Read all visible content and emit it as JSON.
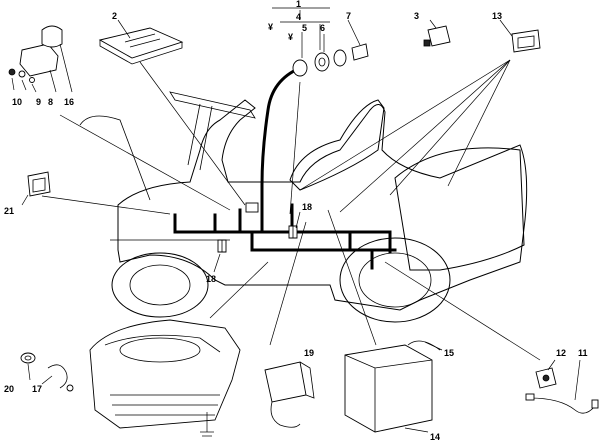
{
  "callouts": [
    {
      "id": "c1",
      "label": "1"
    },
    {
      "id": "c2",
      "label": "2"
    },
    {
      "id": "c3",
      "label": "3"
    },
    {
      "id": "c4",
      "label": "4"
    },
    {
      "id": "c5",
      "label": "5"
    },
    {
      "id": "c6",
      "label": "6"
    },
    {
      "id": "c7",
      "label": "7"
    },
    {
      "id": "c8",
      "label": "8"
    },
    {
      "id": "c9",
      "label": "9"
    },
    {
      "id": "c10",
      "label": "10"
    },
    {
      "id": "c11",
      "label": "11"
    },
    {
      "id": "c12",
      "label": "12"
    },
    {
      "id": "c13",
      "label": "13"
    },
    {
      "id": "c14",
      "label": "14"
    },
    {
      "id": "c15",
      "label": "15"
    },
    {
      "id": "c16",
      "label": "16"
    },
    {
      "id": "c17",
      "label": "17"
    },
    {
      "id": "c18a",
      "label": "18"
    },
    {
      "id": "c18b",
      "label": "18"
    },
    {
      "id": "c19",
      "label": "19"
    },
    {
      "id": "c20",
      "label": "20"
    },
    {
      "id": "c21",
      "label": "21"
    }
  ],
  "marks": {
    "star1": "¥",
    "star2": "¥"
  }
}
